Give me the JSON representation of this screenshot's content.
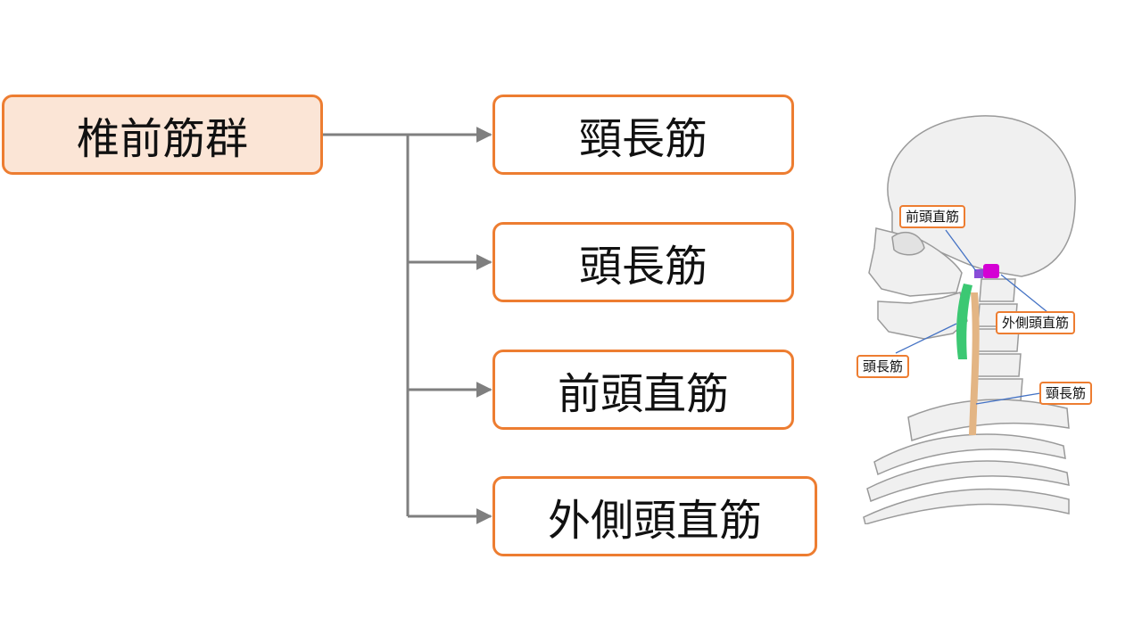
{
  "diagram": {
    "root": "椎前筋群",
    "children": [
      "頸長筋",
      "頭長筋",
      "前頭直筋",
      "外側頭直筋"
    ]
  },
  "illustration": {
    "labels": {
      "rectus_capitis_anterior": "前頭直筋",
      "rectus_capitis_lateralis": "外側頭直筋",
      "longus_capitis": "頭長筋",
      "longus_colli": "頸長筋"
    }
  },
  "colors": {
    "box_border": "#ED7D31",
    "root_fill": "#FBE5D6",
    "connector": "#7F7F7F",
    "muscle_green": "#3CC873",
    "muscle_tan": "#E3B584",
    "muscle_magenta": "#D400D4",
    "arrow_blue": "#4472C4"
  }
}
